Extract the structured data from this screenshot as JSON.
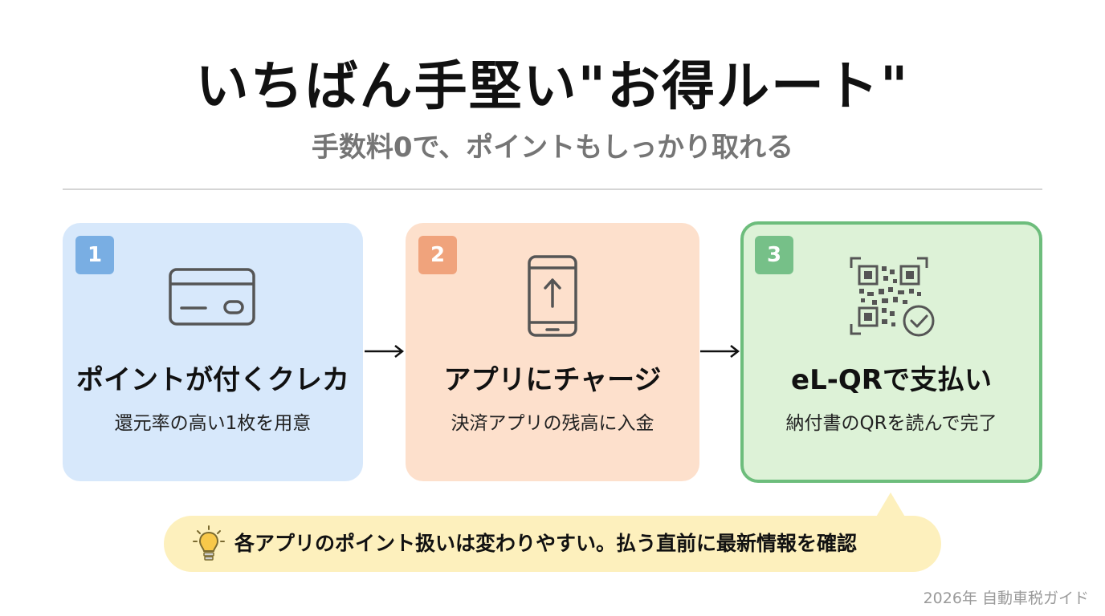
{
  "title": "いちばん手堅い\"お得ルート\"",
  "subtitle": "手数料0で、ポイントもしっかり取れる",
  "steps": [
    {
      "number": "1",
      "title": "ポイントが付くクレカ",
      "description": "還元率の高い1枚を用意",
      "icon": "credit-card-icon"
    },
    {
      "number": "2",
      "title": "アプリにチャージ",
      "description": "決済アプリの残高に入金",
      "icon": "smartphone-upload-icon"
    },
    {
      "number": "3",
      "title": "eL-QRで支払い",
      "description": "納付書のQRを読んで完了",
      "icon": "qr-code-check-icon"
    }
  ],
  "tip": {
    "icon": "lightbulb-icon",
    "text": "各アプリのポイント扱いは変わりやすい。払う直前に最新情報を確認"
  },
  "footer": "2026年 自動車税ガイド",
  "colors": {
    "step1_bg": "#d7e8fb",
    "step2_bg": "#fde0cc",
    "step3_bg": "#ddf2d7",
    "step3_border": "#6dbd7c",
    "tip_bg": "#fdf0bd"
  }
}
